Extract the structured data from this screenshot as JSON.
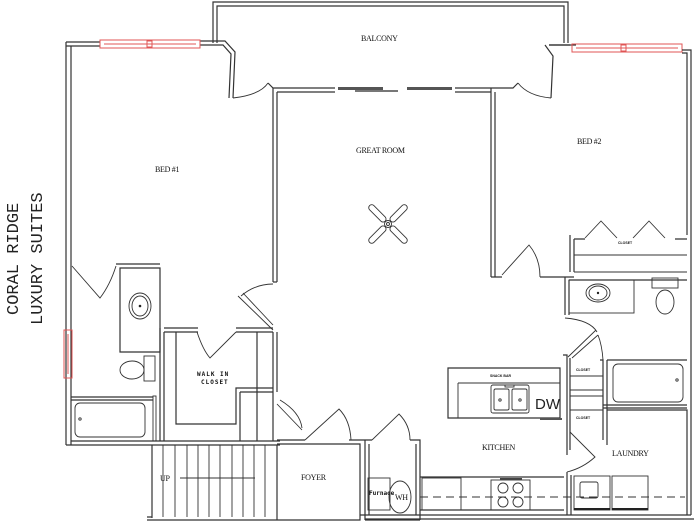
{
  "property": {
    "title_line1": "CORAL RIDGE",
    "title_line2": "LUXURY SUITES"
  },
  "rooms": {
    "balcony": "BALCONY",
    "great_room": "GREAT ROOM",
    "bed1": "BED #1",
    "bed2": "BED #2",
    "walk_in_closet_line1": "WALK  IN",
    "walk_in_closet_line2": "CLOSET",
    "closet_bed2": "CLOSET",
    "closet_hall_upper": "CLOSET",
    "closet_hall_lower": "CLOSET",
    "snack_bar": "SNACK BAR",
    "kitchen": "KITCHEN",
    "laundry": "LAUNDRY",
    "foyer": "FOYER"
  },
  "fixtures": {
    "dishwasher": "DW",
    "furnace": "Furnace",
    "water_heater": "WH",
    "stairs": "UP"
  },
  "colors": {
    "walls": "#333333",
    "windows": "#e05555",
    "background": "#ffffff"
  }
}
